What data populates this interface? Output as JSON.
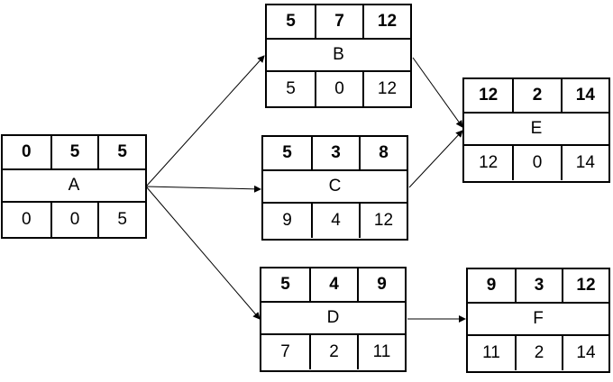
{
  "nodes": {
    "A": {
      "name": "A",
      "top": [
        "0",
        "5",
        "5"
      ],
      "bottom": [
        "0",
        "0",
        "5"
      ]
    },
    "B": {
      "name": "B",
      "top": [
        "5",
        "7",
        "12"
      ],
      "bottom": [
        "5",
        "0",
        "12"
      ]
    },
    "C": {
      "name": "C",
      "top": [
        "5",
        "3",
        "8"
      ],
      "bottom": [
        "9",
        "4",
        "12"
      ]
    },
    "D": {
      "name": "D",
      "top": [
        "5",
        "4",
        "9"
      ],
      "bottom": [
        "7",
        "2",
        "11"
      ]
    },
    "E": {
      "name": "E",
      "top": [
        "12",
        "2",
        "14"
      ],
      "bottom": [
        "12",
        "0",
        "14"
      ]
    },
    "F": {
      "name": "F",
      "top": [
        "9",
        "3",
        "12"
      ],
      "bottom": [
        "11",
        "2",
        "14"
      ]
    }
  },
  "edges": [
    {
      "from": "A",
      "to": "B"
    },
    {
      "from": "A",
      "to": "C"
    },
    {
      "from": "A",
      "to": "D"
    },
    {
      "from": "B",
      "to": "E"
    },
    {
      "from": "C",
      "to": "E"
    },
    {
      "from": "D",
      "to": "F"
    }
  ]
}
